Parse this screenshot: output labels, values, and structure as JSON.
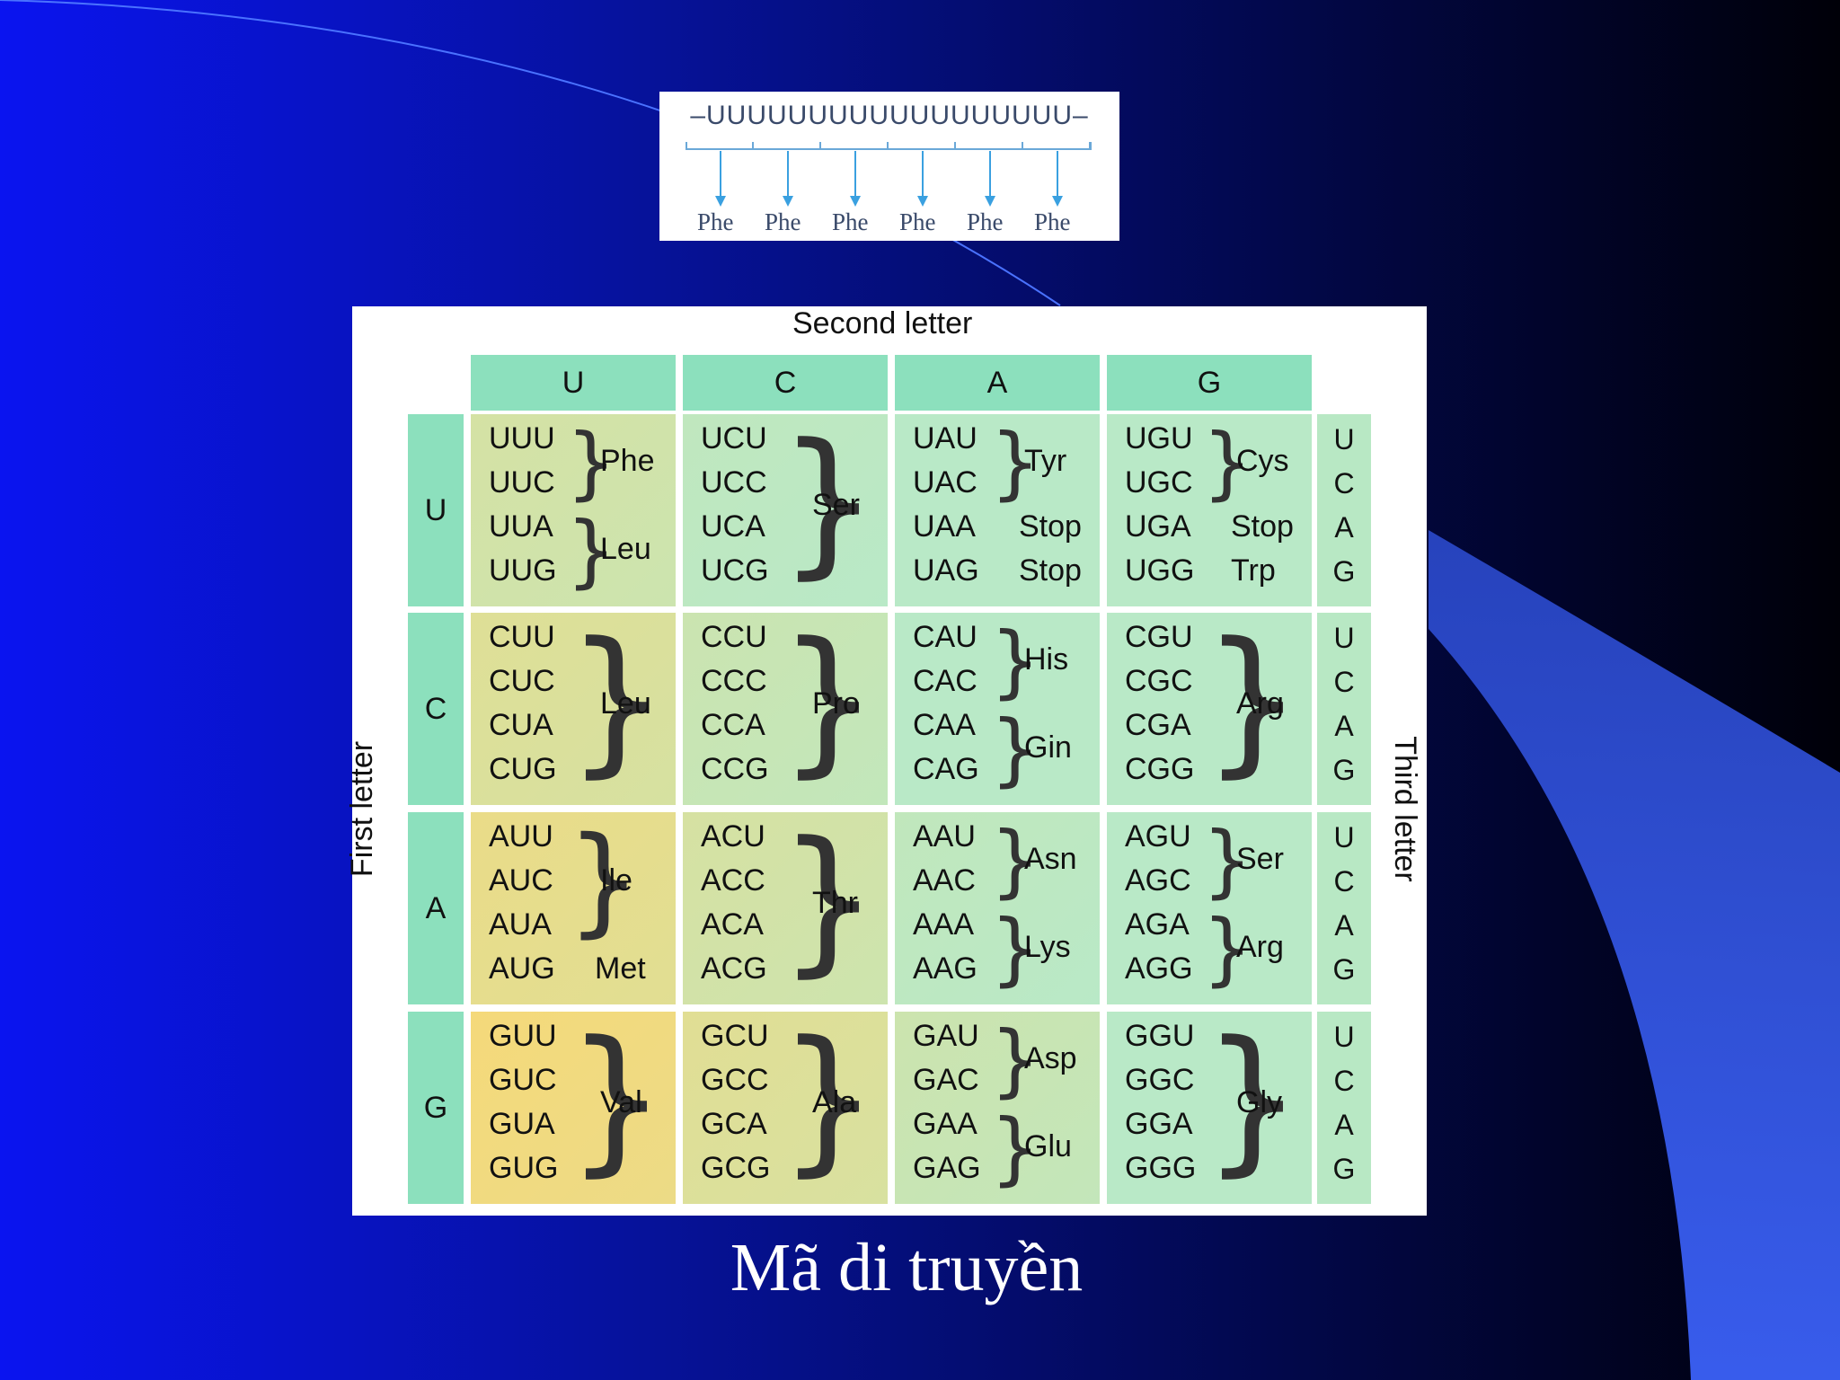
{
  "caption": "Mã di truyền",
  "mrna": {
    "strand": "–UUUUUUUUUUUUUUUUUU–",
    "products": [
      "Phe",
      "Phe",
      "Phe",
      "Phe",
      "Phe",
      "Phe"
    ]
  },
  "codon_table": {
    "second_letter_label": "Second letter",
    "first_letter_label": "First letter",
    "third_letter_label": "Third letter",
    "columns": [
      "U",
      "C",
      "A",
      "G"
    ],
    "rows": [
      "U",
      "C",
      "A",
      "G"
    ],
    "third_letters": [
      "U",
      "C",
      "A",
      "G"
    ],
    "cells": [
      [
        {
          "codons": [
            "UUU",
            "UUC",
            "UUA",
            "UUG"
          ],
          "groups": [
            {
              "aa": "Phe",
              "from": 0,
              "to": 1
            },
            {
              "aa": "Leu",
              "from": 2,
              "to": 3
            }
          ]
        },
        {
          "codons": [
            "UCU",
            "UCC",
            "UCA",
            "UCG"
          ],
          "groups": [
            {
              "aa": "Ser",
              "from": 0,
              "to": 3
            }
          ]
        },
        {
          "codons": [
            "UAU",
            "UAC",
            "UAA",
            "UAG"
          ],
          "groups": [
            {
              "aa": "Tyr",
              "from": 0,
              "to": 1
            },
            {
              "aa": "Stop",
              "from": 2,
              "to": 2
            },
            {
              "aa": "Stop",
              "from": 3,
              "to": 3
            }
          ]
        },
        {
          "codons": [
            "UGU",
            "UGC",
            "UGA",
            "UGG"
          ],
          "groups": [
            {
              "aa": "Cys",
              "from": 0,
              "to": 1
            },
            {
              "aa": "Stop",
              "from": 2,
              "to": 2
            },
            {
              "aa": "Trp",
              "from": 3,
              "to": 3
            }
          ]
        }
      ],
      [
        {
          "codons": [
            "CUU",
            "CUC",
            "CUA",
            "CUG"
          ],
          "groups": [
            {
              "aa": "Leu",
              "from": 0,
              "to": 3
            }
          ]
        },
        {
          "codons": [
            "CCU",
            "CCC",
            "CCA",
            "CCG"
          ],
          "groups": [
            {
              "aa": "Pro",
              "from": 0,
              "to": 3
            }
          ]
        },
        {
          "codons": [
            "CAU",
            "CAC",
            "CAA",
            "CAG"
          ],
          "groups": [
            {
              "aa": "His",
              "from": 0,
              "to": 1
            },
            {
              "aa": "Gin",
              "from": 2,
              "to": 3
            }
          ]
        },
        {
          "codons": [
            "CGU",
            "CGC",
            "CGA",
            "CGG"
          ],
          "groups": [
            {
              "aa": "Arg",
              "from": 0,
              "to": 3
            }
          ]
        }
      ],
      [
        {
          "codons": [
            "AUU",
            "AUC",
            "AUA",
            "AUG"
          ],
          "groups": [
            {
              "aa": "Ile",
              "from": 0,
              "to": 2
            },
            {
              "aa": "Met",
              "from": 3,
              "to": 3
            }
          ]
        },
        {
          "codons": [
            "ACU",
            "ACC",
            "ACA",
            "ACG"
          ],
          "groups": [
            {
              "aa": "Thr",
              "from": 0,
              "to": 3
            }
          ]
        },
        {
          "codons": [
            "AAU",
            "AAC",
            "AAA",
            "AAG"
          ],
          "groups": [
            {
              "aa": "Asn",
              "from": 0,
              "to": 1
            },
            {
              "aa": "Lys",
              "from": 2,
              "to": 3
            }
          ]
        },
        {
          "codons": [
            "AGU",
            "AGC",
            "AGA",
            "AGG"
          ],
          "groups": [
            {
              "aa": "Ser",
              "from": 0,
              "to": 1
            },
            {
              "aa": "Arg",
              "from": 2,
              "to": 3
            }
          ]
        }
      ],
      [
        {
          "codons": [
            "GUU",
            "GUC",
            "GUA",
            "GUG"
          ],
          "groups": [
            {
              "aa": "Val",
              "from": 0,
              "to": 3
            }
          ]
        },
        {
          "codons": [
            "GCU",
            "GCC",
            "GCA",
            "GCG"
          ],
          "groups": [
            {
              "aa": "Ala",
              "from": 0,
              "to": 3
            }
          ]
        },
        {
          "codons": [
            "GAU",
            "GAC",
            "GAA",
            "GAG"
          ],
          "groups": [
            {
              "aa": "Asp",
              "from": 0,
              "to": 1
            },
            {
              "aa": "Glu",
              "from": 2,
              "to": 3
            }
          ]
        },
        {
          "codons": [
            "GGU",
            "GGC",
            "GGA",
            "GGG"
          ],
          "groups": [
            {
              "aa": "Gly",
              "from": 0,
              "to": 3
            }
          ]
        }
      ]
    ]
  },
  "colors": {
    "bg_left": "#0a14f0",
    "bg_right": "#000010",
    "swoosh": "#3a5cf0",
    "header_green": "#8ce0bd",
    "cell_yellow": "#f5d97a",
    "cell_green": "#b9e9c7"
  }
}
